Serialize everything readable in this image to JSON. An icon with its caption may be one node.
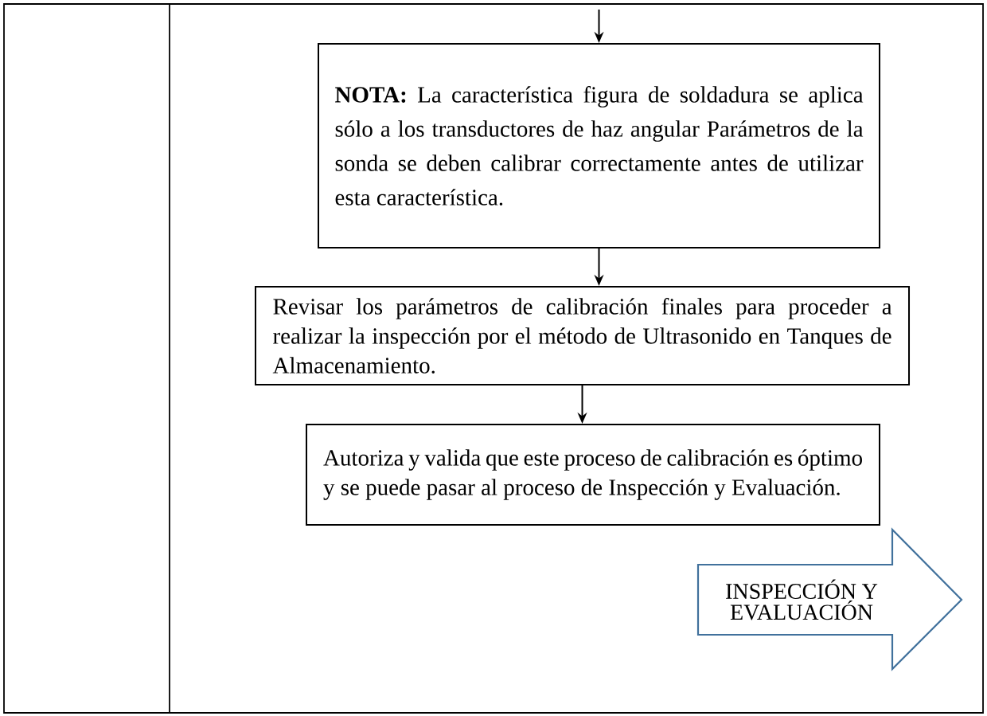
{
  "diagram": {
    "nodes": [
      {
        "text": [
          "**NOTA:** La característica figura de soldadura se aplica sólo a los transductores de haz angular Parámetros de la sonda se deben calibrar correctamente antes de utilizar esta característica."
        ]
      },
      {
        "text": [
          "Revisar los parámetros de calibración finales para proceder a realizar la inspección por el método de Ultrasonido en Tanques de Almacenamiento."
        ]
      },
      {
        "text": [
          "Autoriza y valida que este proceso de calibración es óptimo y se puede pasar al proceso de Inspección y Evaluación."
        ]
      },
      {
        "text": [
          "INSPECCIÓN Y EVALUACIÓN"
        ]
      }
    ],
    "edges": [
      {
        "from": null,
        "to": 0,
        "arrow": "to"
      },
      {
        "from": 0,
        "to": 1,
        "arrow": "to"
      },
      {
        "from": 1,
        "to": 2,
        "arrow": "to"
      }
    ]
  }
}
